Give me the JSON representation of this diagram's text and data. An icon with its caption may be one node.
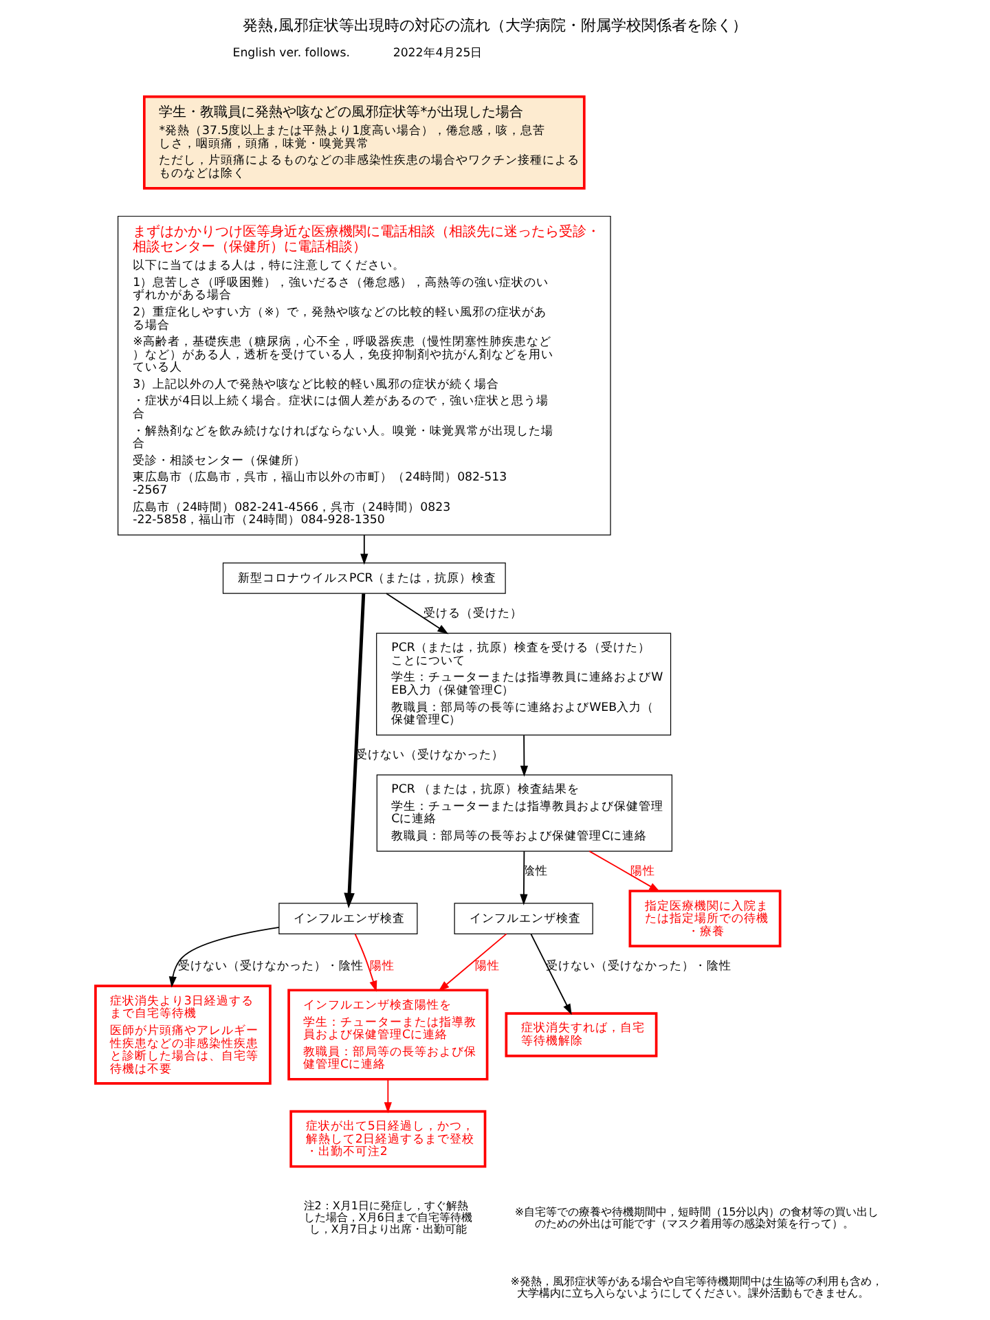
{
  "diagram": {
    "title": "発熱,風邪症状等出現時の対応の流れ（大学病院・附属学校関係者を除く）",
    "nodes": [
      {
        "text": [
          "学生・教職員に発熱や咳などの風邪症状等*が出現した場合",
          "*発熱（37.5度以上または平熱より1度高い場合），倦怠感，咳，息苦しさ，咽頭痛，頭痛，味覚・嗅覚異常",
          "ただし，片頭痛によるものなどの非感染性疾患の場合やワクチン接種によるものなどは除く"
        ]
      },
      {
        "text": [
          "まずはかかりつけ医等身近な医療機関に電話相談（相談先に迷ったら受診・相談センター（保健所）に電話相談）",
          "以下に当てはまる人は，特に注意してください。",
          "1）息苦しさ（呼吸困難），強いだるさ（倦怠感），高熱等の強い症状のいずれかがある場合",
          "2）重症化しやすい方（※）で，発熱や咳などの比較的軽い風邪の症状がある場合",
          "※高齢者，基礎疾患（糖尿病，心不全，呼吸器疾患（慢性閉塞性肺疾患など）など）がある人，透析を受けている人，免疫抑制剤や抗がん剤などを用いている人",
          "3）上記以外の人で発熱や咳など比較的軽い風邪の症状が続く場合",
          "・症状が4日以上続く場合。症状には個人差があるので，強い症状と思う場合",
          "・解熱剤などを飲み続けなければならない人。嗅覚・味覚異常が出現した場合",
          "受診・相談センター（保健所）",
          "東広島市（広島市，呉市，福山市以外の市町）（24時間）082-513-2567",
          "広島市（24時間）082-241-4566，呉市（24時間）0823-22-5858，福山市（24時間）084-928-1350"
        ]
      },
      {
        "text": [
          "新型コロナウイルスPCR（または，抗原）検査"
        ]
      },
      {
        "text": [
          "PCR（または，抗原）検査を受ける（受けた）ことについて",
          "学生：チューターまたは指導教員に連絡およびWEB入力（保健管理C）",
          "教職員：部局等の長等に連絡およびWEB入力（保健管理C）"
        ]
      },
      {
        "text": [
          "PCR （または，抗原）検査結果を",
          "学生：チューターまたは指導教員および保健管理Cに連絡",
          "教職員：部局等の長等および保健管理Cに連絡"
        ]
      },
      {
        "text": [
          "インフルエンザ検査"
        ]
      },
      {
        "text": [
          "インフルエンザ検査"
        ]
      },
      {
        "text": [
          "指定医療機関に入院または指定場所での待機・療養"
        ]
      },
      {
        "text": [
          "症状消失より3日経過するまで自宅等待機",
          "医師が片頭痛やアレルギー性疾患などの非感染性疾患と診断した場合は、自宅等待機は不要"
        ]
      },
      {
        "text": [
          "症状消失すれば，自宅等待機解除"
        ]
      },
      {
        "text": [
          "インフルエンザ検査陽性を",
          "学生：チューターまたは指導教員および保健管理Cに連絡",
          "教職員：部局等の長等および保健管理Cに連絡"
        ]
      },
      {
        "text": [
          "症状が出て5日経過し，かつ，解熱して2日経過するまで登校・出勤不可注2"
        ],
        "beside": [
          "注2：X月1日に発症し，すぐ解熱した場合，X月6日まで自宅等待機し，X月7日より出席・出勤可能"
        ]
      }
    ],
    "edges": [
      {
        "from": 1,
        "to": 2,
        "arrow": "to"
      },
      {
        "from": 2,
        "to": 5,
        "arrow": "to",
        "label": "受けない（受けなかった）",
        "style": "thick"
      },
      {
        "from": 2,
        "to": 3,
        "arrow": "to",
        "label": "受ける（受けた）"
      },
      {
        "from": 3,
        "to": 4,
        "arrow": "to"
      },
      {
        "from": 4,
        "to": 6,
        "arrow": "to",
        "label": "陰性"
      },
      {
        "from": 4,
        "to": 7,
        "arrow": "to",
        "label": "陽性",
        "color": "#ff0000"
      },
      {
        "from": 5,
        "to": 8,
        "arrow": "to",
        "label": "受けない（受けなかった）・陰性"
      },
      {
        "from": 5,
        "to": 10,
        "arrow": "to",
        "label": "陽性",
        "color": "#ff0000"
      },
      {
        "from": 6,
        "to": 9,
        "arrow": "to",
        "label": "受けない（受けなかった）・陰性"
      },
      {
        "from": 6,
        "to": 10,
        "arrow": "to",
        "label": "陽性",
        "color": "#ff0000"
      },
      {
        "from": 10,
        "to": 11,
        "arrow": "to",
        "color": "#ff0000"
      }
    ],
    "labels": [
      "English ver. follows.",
      "2022年4月25日",
      "※自宅等での療養や待機期間中，短時間（15分以内）の食材等の買い出しのための外出は可能です（マスク着用等の感染対策を行って）。",
      "※発熱，風邪症状等がある場合や自宅等待機期間中は生協等の利用も含め，大学構内に立ち入らないようにしてください。課外活動もできません。"
    ]
  }
}
